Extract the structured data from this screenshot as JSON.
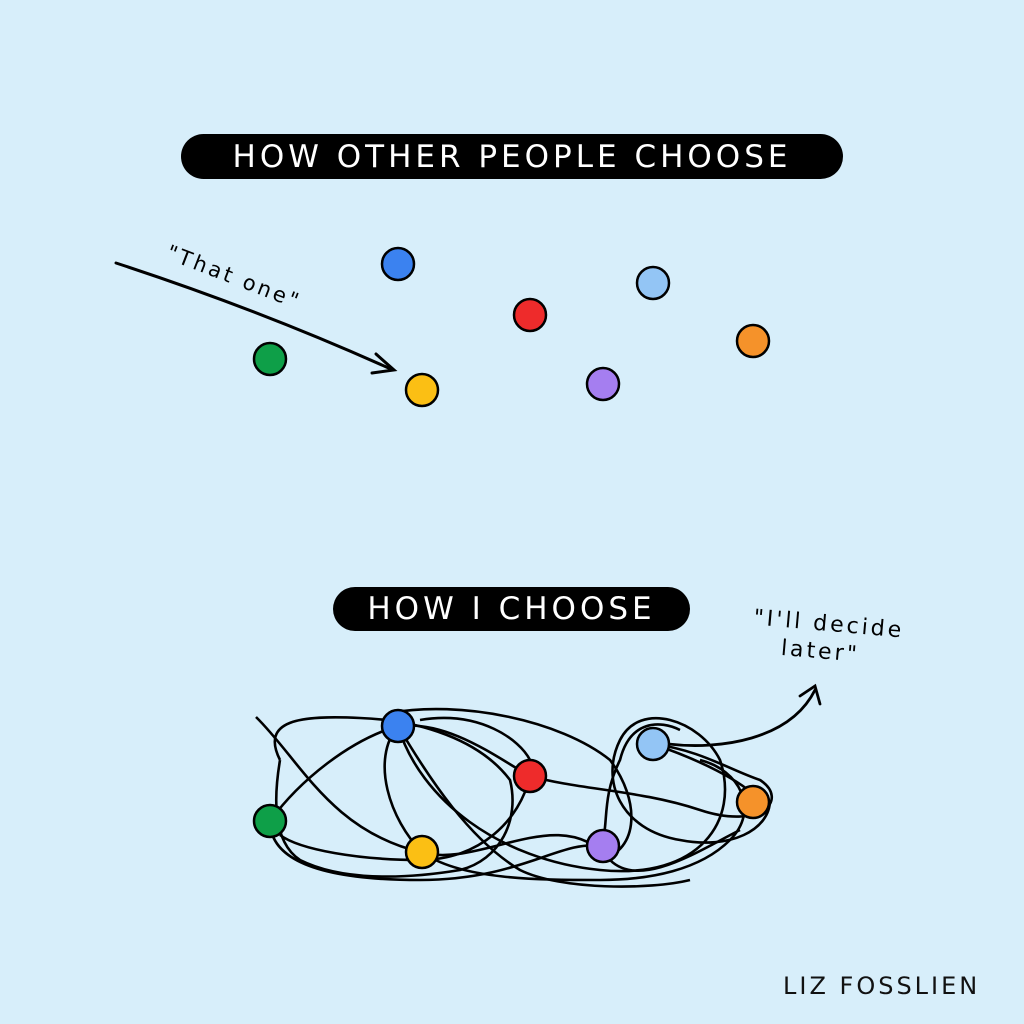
{
  "top_banner": "HOW OTHER PEOPLE CHOOSE",
  "bottom_banner": "HOW I CHOOSE",
  "top_annotation": "\"That one\"",
  "bottom_annotation": [
    "\"I'll decide",
    "later\""
  ],
  "signature": "LIZ FOSSLIEN",
  "colors": {
    "background": "#d7eefa",
    "blue": "#3b82f0",
    "light_blue": "#93c5f5",
    "red": "#ee2b2b",
    "orange": "#f5922a",
    "green": "#0e9f48",
    "yellow": "#fbbf14",
    "purple": "#a57ef0"
  }
}
